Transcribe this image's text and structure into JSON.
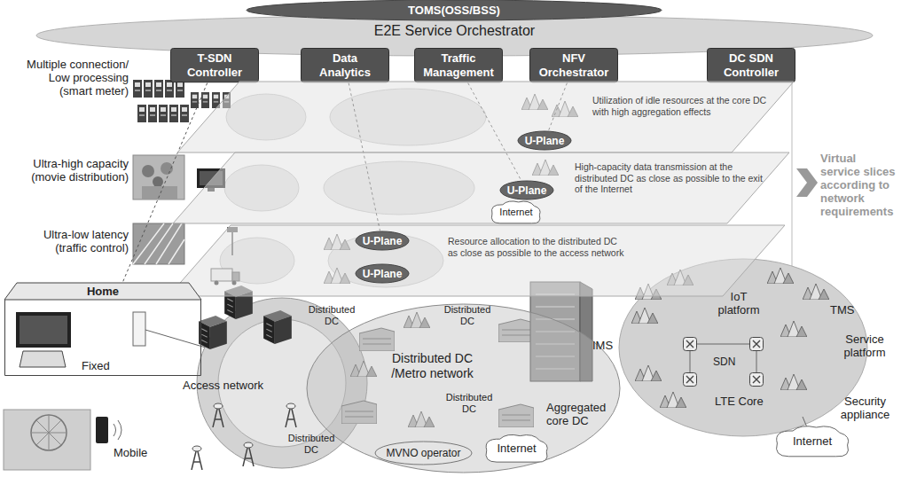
{
  "diagram": {
    "nodes": [
      {
        "text": [
          "TOMS(OSS/BSS)"
        ]
      },
      {
        "text": [
          "E2E Service Orchestrator"
        ]
      },
      {
        "text": [
          "T-SDN Controller"
        ]
      },
      {
        "text": [
          "Data Analytics"
        ]
      },
      {
        "text": [
          "Traffic Management"
        ]
      },
      {
        "text": [
          "NFV Orchestrator"
        ]
      },
      {
        "text": [
          "DC SDN Controller"
        ]
      },
      {
        "text": [
          "Utilization of idle resources at the core DC with high aggregation effects"
        ]
      },
      {
        "text": [
          "U-Plane"
        ],
        "in": 7
      },
      {
        "text": [
          "High-capacity data transmission at the distributed DC as close as possible to the exit of the Internet"
        ]
      },
      {
        "text": [
          "U-Plane"
        ],
        "in": 9
      },
      {
        "text": [
          "Internet"
        ],
        "in": 9
      },
      {
        "text": [
          "Resource allocation to the distributed DC as close as possible to the access network"
        ]
      },
      {
        "text": [
          "U-Plane"
        ],
        "in": 12
      },
      {
        "text": [
          "U-Plane"
        ],
        "in": 12
      },
      {
        "text": [
          "Home"
        ]
      },
      {
        "text": [
          "Distributed DC /Metro network"
        ]
      },
      {
        "text": [
          "MVNO operator"
        ]
      },
      {
        "text": [
          "Internet"
        ]
      },
      {
        "text": [
          "Internet"
        ]
      }
    ],
    "edges": [
      {
        "from": 3,
        "to": 13,
        "arrow": "none"
      },
      {
        "from": 4,
        "to": 10,
        "arrow": "none"
      },
      {
        "from": 5,
        "to": 8,
        "arrow": "none"
      },
      {
        "from": 2,
        "to": 15,
        "arrow": "none"
      }
    ],
    "labels": [
      "Multiple connection/ Low processing (smart meter)",
      "Ultra-high capacity (movie distribution)",
      "Ultra-low latency (traffic control)",
      "Virtual service slices according to network requirements",
      "Fixed",
      "Mobile",
      "Access network",
      "Distributed DC",
      "Distributed DC",
      "Distributed DC",
      "Distributed DC",
      "Aggregated core DC",
      "IMS",
      "IoT platform",
      "TMS",
      "SDN",
      "Service platform",
      "LTE Core",
      "Security appliance"
    ]
  }
}
